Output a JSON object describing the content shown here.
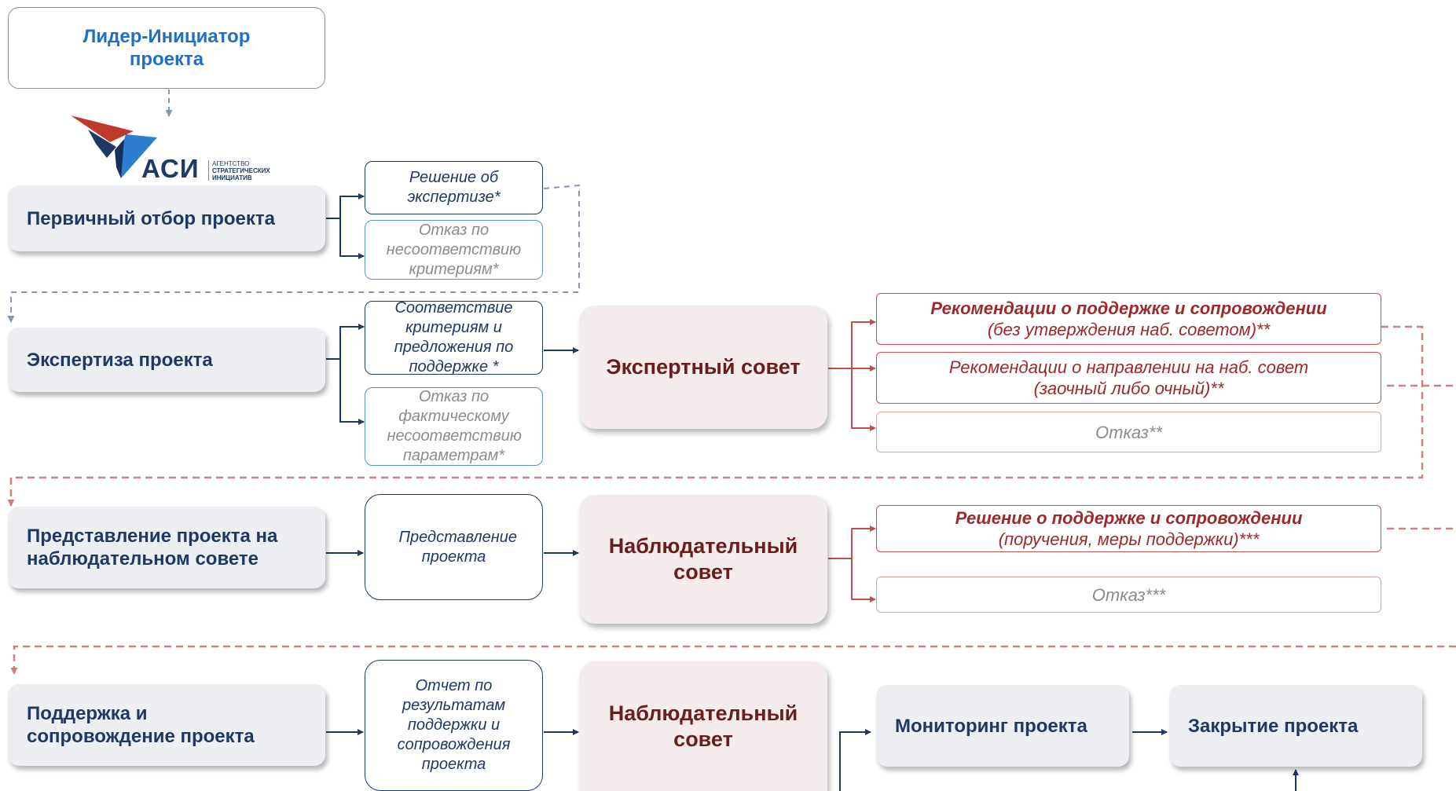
{
  "leader": "Лидер-Инициатор проекта",
  "logo": {
    "abbr": "АСИ",
    "line1": "АГЕНТСТВО",
    "line2": "СТРАТЕГИЧЕСКИХ",
    "line3": "ИНИЦИАТИВ"
  },
  "stages": {
    "primary": "Первичный отбор проекта",
    "expertise": "Экспертиза проекта",
    "presentation": "Представление проекта на наблюдательном совете",
    "support": "Поддержка и сопровождение проекта",
    "monitoring": "Мониторинг проекта",
    "closing": "Закрытие проекта"
  },
  "notes": {
    "expert_decision": "Решение об экспертизе*",
    "reject_criteria": "Отказ по несоответствию критериям*",
    "compliance": "Соответствие критериям и предложения по поддержке *",
    "reject_params": "Отказ по фактическому несоответствию параметрам*",
    "presentation": "Представление проекта",
    "report": "Отчет по результатам поддержки и сопровождения проекта"
  },
  "councils": {
    "expert": "Экспертный совет",
    "supervisory": "Наблюдательный совет"
  },
  "outcomes": {
    "recommend_title": "Рекомендации о поддержке и сопровождении",
    "recommend_sub": "(без  утверждения наб. советом)**",
    "direct_line1": "Рекомендации о направлении на наб. совет",
    "direct_line2": "(заочный либо очный)**",
    "refuse_expert": "Отказ**",
    "decision_title": "Решение о поддержке и сопровождении",
    "decision_sub": "(поручения, меры поддержки)***",
    "refuse_supervisory": "Отказ***"
  },
  "colors": {
    "navy": "#1f3864",
    "leader_text": "#1f6fc5",
    "council_text": "#6b1d1d",
    "red": "#c0504d",
    "dash_blue": "#8496b0",
    "dash_red": "#c9837f"
  }
}
